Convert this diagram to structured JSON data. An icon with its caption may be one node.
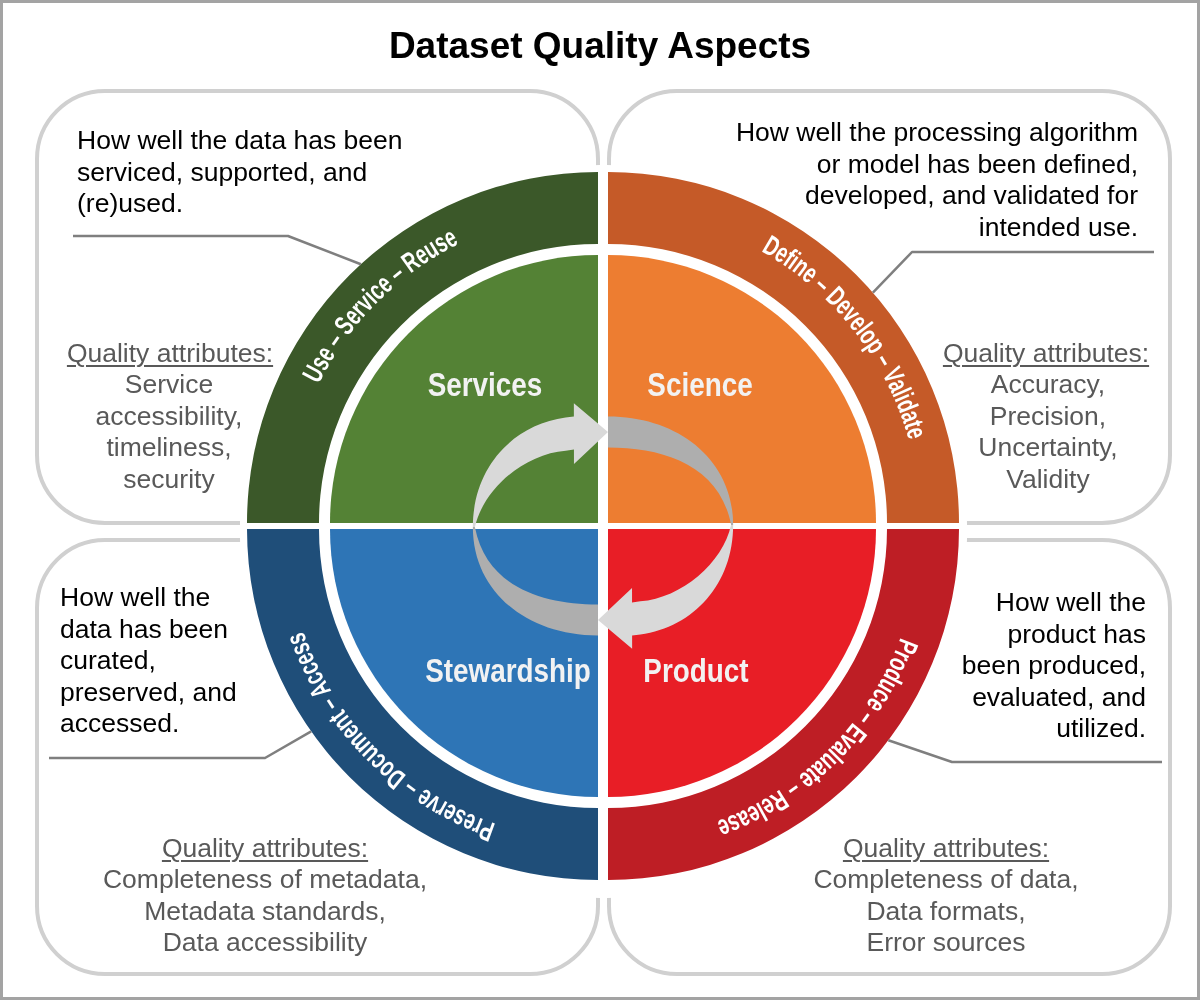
{
  "diagram": {
    "title": "Dataset Quality Aspects",
    "nodes": [
      {
        "text": [
          "Quality attributes:",
          "Service accessibility,",
          "timeliness,",
          "security"
        ]
      },
      {
        "text": [
          "How well the data has been serviced, supported, and (re)used."
        ],
        "in": 0
      },
      {
        "text": [
          "Use – Service – Reuse"
        ],
        "in": 0
      },
      {
        "text": [
          "Services"
        ],
        "in": 0
      },
      {
        "text": [
          "Quality attributes:",
          "Accuracy,",
          "Precision,",
          "Uncertainty,",
          "Validity"
        ]
      },
      {
        "text": [
          "How well the processing algorithm or model has been defined, developed, and validated for intended use."
        ],
        "in": 4
      },
      {
        "text": [
          "Define – Develop – Validate"
        ],
        "in": 4
      },
      {
        "text": [
          "Science"
        ],
        "in": 4
      },
      {
        "text": [
          "Quality attributes:",
          "Completeness of metadata,",
          "Metadata standards,",
          "Data accessibility"
        ]
      },
      {
        "text": [
          "How well the data has been curated, preserved, and accessed."
        ],
        "in": 8
      },
      {
        "text": [
          "Preserve – Document – Access"
        ],
        "in": 8
      },
      {
        "text": [
          "Stewardship"
        ],
        "in": 8
      },
      {
        "text": [
          "Quality attributes:",
          "Completeness of data,",
          "Data formats,",
          "Error sources"
        ]
      },
      {
        "text": [
          "How well the product has been produced, evaluated, and utilized."
        ],
        "in": 12
      },
      {
        "text": [
          "Produce – Evaluate – Release"
        ],
        "in": 12
      },
      {
        "text": [
          "Product"
        ],
        "in": 12
      }
    ],
    "edges": [
      {
        "from": 1,
        "to": 2,
        "arrow": "none"
      },
      {
        "from": 5,
        "to": 6,
        "arrow": "none"
      },
      {
        "from": 9,
        "to": 10,
        "arrow": "none"
      },
      {
        "from": 13,
        "to": 14,
        "arrow": "none"
      },
      {
        "from": 11,
        "to": 7,
        "arrow": "to",
        "style": "thick",
        "color": "#d9d9d9"
      },
      {
        "from": 7,
        "to": 11,
        "arrow": "to",
        "style": "thick",
        "color": "#d9d9d9"
      }
    ]
  }
}
